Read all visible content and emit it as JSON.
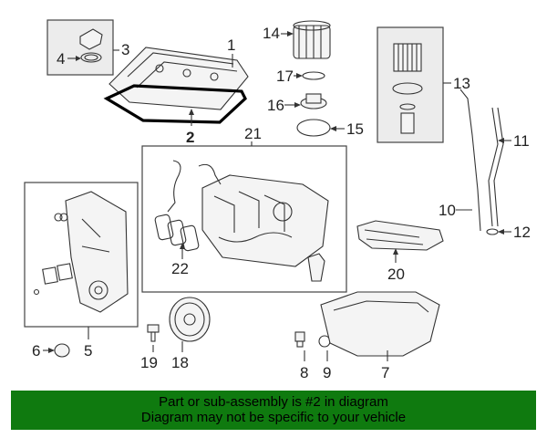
{
  "callouts": {
    "c1": "1",
    "c2": "2",
    "c3": "3",
    "c4": "4",
    "c5": "5",
    "c6": "6",
    "c7": "7",
    "c8": "8",
    "c9": "9",
    "c10": "10",
    "c11": "11",
    "c12": "12",
    "c13": "13",
    "c14": "14",
    "c15": "15",
    "c16": "16",
    "c17": "17",
    "c18": "18",
    "c19": "19",
    "c20": "20",
    "c21": "21",
    "c22": "22"
  },
  "banner": {
    "line1": "Part or sub-assembly is #2 in diagram",
    "line2": "Diagram may not be specific to your vehicle",
    "background": "#0f7a0f"
  }
}
